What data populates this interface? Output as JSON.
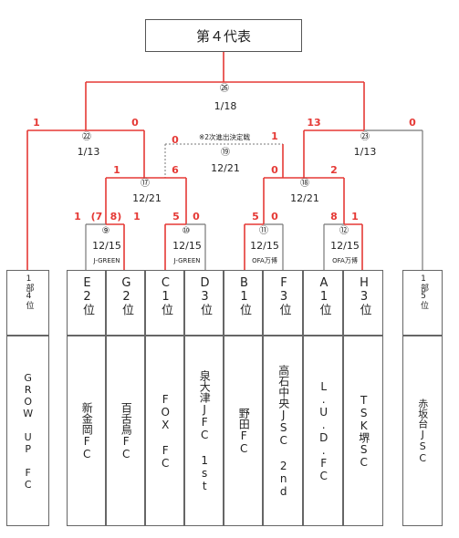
{
  "title": "第４代表",
  "matches": {
    "m26": {
      "num": "㉖",
      "date": "1/18"
    },
    "m22": {
      "num": "㉒",
      "date": "1/13",
      "left_score": "1",
      "right_score": "0"
    },
    "m23": {
      "num": "㉓",
      "date": "1/13",
      "left_score": "13",
      "right_score": "0"
    },
    "m19": {
      "num": "⑲",
      "date": "12/21",
      "note": "※2次進出決定戦",
      "left_score": "0",
      "right_score": "1"
    },
    "m17": {
      "num": "⑰",
      "date": "12/21",
      "left_score": "1",
      "right_score": "6"
    },
    "m18": {
      "num": "⑱",
      "date": "12/21",
      "left_score": "0",
      "right_score": "2"
    },
    "m9": {
      "num": "⑨",
      "date": "12/15",
      "venue": "J-GREEN",
      "left_score": "1",
      "left_pk": "(7",
      "right_pk": "8)",
      "right_score": "1"
    },
    "m10": {
      "num": "⑩",
      "date": "12/15",
      "venue": "J-GREEN",
      "left_score": "5",
      "right_score": "0"
    },
    "m11": {
      "num": "⑪",
      "date": "12/15",
      "venue": "OFA万博",
      "left_score": "5",
      "right_score": "0"
    },
    "m12": {
      "num": "⑫",
      "date": "12/15",
      "venue": "OFA万博",
      "left_score": "8",
      "right_score": "1"
    }
  },
  "teams": [
    {
      "rank": "1部4位",
      "name": "GROW UP FC"
    },
    {
      "rank": "E2位",
      "name": "新金岡FC"
    },
    {
      "rank": "G2位",
      "name": "百舌鳥FC"
    },
    {
      "rank": "C1位",
      "name": "FOX FC"
    },
    {
      "rank": "D3位",
      "name": "泉大津JFC 1st"
    },
    {
      "rank": "B1位",
      "name": "野田FC"
    },
    {
      "rank": "F3位",
      "name": "高石中央JSC 2nd"
    },
    {
      "rank": "A1位",
      "name": "L.U.D.FC"
    },
    {
      "rank": "H3位",
      "name": "TSK堺SC"
    },
    {
      "rank": "1部5位",
      "name": "赤坂台JSC"
    }
  ],
  "colors": {
    "winner_line": "#e53935",
    "loser_line": "#777777",
    "score": "#e53935"
  }
}
